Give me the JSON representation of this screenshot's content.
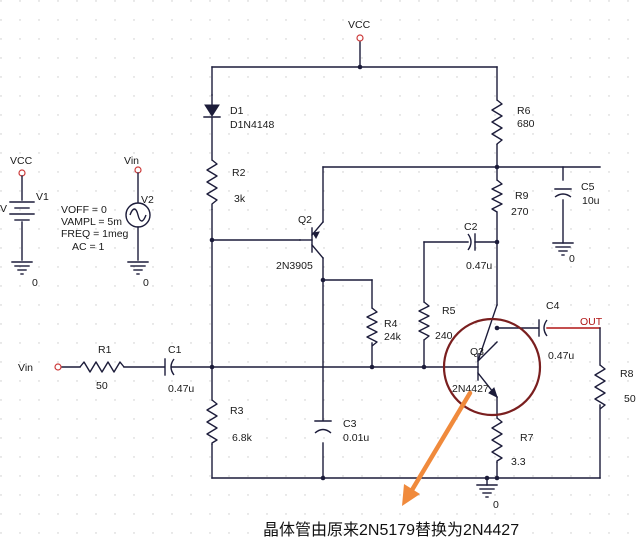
{
  "power": {
    "vcc_top": "VCC",
    "vcc_v1": "VCC",
    "vin_v2": "Vin",
    "vin_input": "Vin",
    "out": "OUT"
  },
  "sources": {
    "v1": {
      "name": "V1",
      "side": "V"
    },
    "v2": {
      "name": "V2",
      "params": [
        "VOFF = 0",
        "VAMPL = 5m",
        "FREQ = 1meg",
        "AC = 1"
      ]
    }
  },
  "ground_labels": {
    "v1": "0",
    "v2": "0",
    "c5": "0",
    "main": "0"
  },
  "components": {
    "d1": {
      "name": "D1",
      "value": "D1N4148"
    },
    "r1": {
      "name": "R1",
      "value": "50"
    },
    "r2": {
      "name": "R2",
      "value": "3k"
    },
    "r3": {
      "name": "R3",
      "value": "6.8k"
    },
    "r4": {
      "name": "R4",
      "value": "24k"
    },
    "r5": {
      "name": "R5",
      "value": "240"
    },
    "r6": {
      "name": "R6",
      "value": "680"
    },
    "r7": {
      "name": "R7",
      "value": "3.3"
    },
    "r8": {
      "name": "R8",
      "value": "50"
    },
    "r9": {
      "name": "R9",
      "value": "270"
    },
    "c1": {
      "name": "C1",
      "value": "0.47u"
    },
    "c2": {
      "name": "C2",
      "value": "0.47u"
    },
    "c3": {
      "name": "C3",
      "value": "0.01u"
    },
    "c4": {
      "name": "C4",
      "value": "0.47u"
    },
    "c5": {
      "name": "C5",
      "value": "10u"
    },
    "q2": {
      "name": "Q2",
      "value": "2N3905"
    },
    "q3": {
      "name": "Q3",
      "value": "2N4427"
    }
  },
  "annotation": {
    "caption": "晶体管由原来2N5179替换为2N4427",
    "highlight_color": "#7a1f1f",
    "arrow_color": "#f08a3c"
  }
}
